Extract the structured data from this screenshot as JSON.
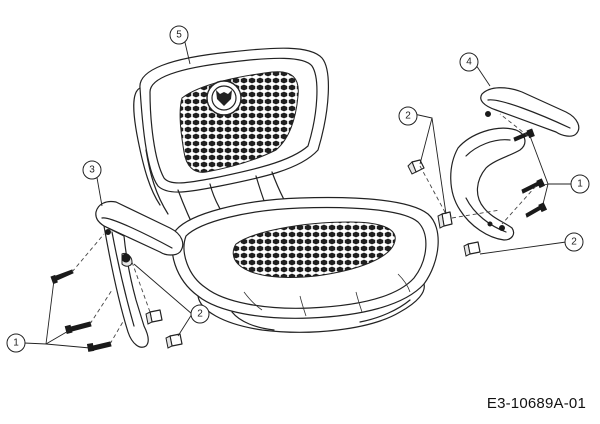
{
  "drawing": {
    "document_number": "E3-10689A-01"
  },
  "callouts": [
    {
      "id": "seat-back",
      "label": "5"
    },
    {
      "id": "right-armrest",
      "label": "4"
    },
    {
      "id": "left-armrest",
      "label": "3"
    },
    {
      "id": "clip-right",
      "label": "2"
    },
    {
      "id": "clip-right-lower",
      "label": "2"
    },
    {
      "id": "clip-left",
      "label": "2"
    },
    {
      "id": "screws-left",
      "label": "1"
    },
    {
      "id": "screws-right",
      "label": "1"
    }
  ]
}
